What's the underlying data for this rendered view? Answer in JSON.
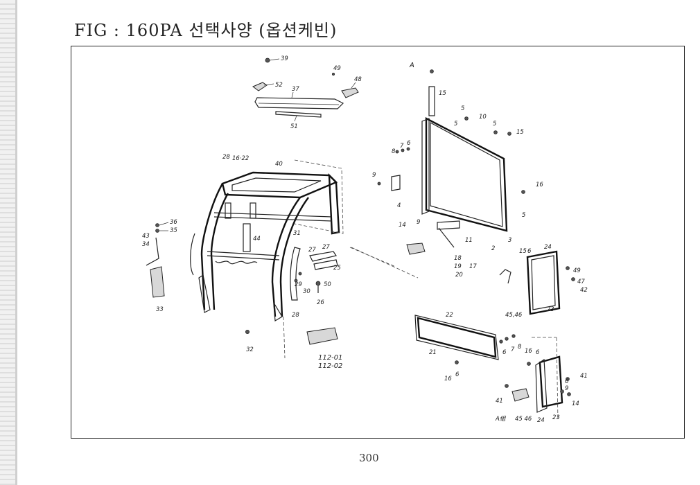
{
  "title": "FIG : 160PA 선택사양 (옵션케빈)",
  "page_number": "300",
  "callouts": {
    "c39": "39",
    "c52": "52",
    "c37": "37",
    "c51": "51",
    "c49": "49",
    "c48": "48",
    "cA": "A",
    "c15a": "15",
    "c5a": "5",
    "c10": "10",
    "c5b": "5",
    "c5c": "5",
    "c15b": "15",
    "c8a": "8",
    "c7a": "7",
    "c6a": "6",
    "c9a": "9",
    "c4": "4",
    "c16a": "16",
    "c5d": "5",
    "c14": "14",
    "c9b": "9",
    "c11": "11",
    "c3": "3",
    "c2": "2",
    "c18": "18",
    "c19": "19",
    "c17": "17",
    "c20": "20",
    "c28a": "28",
    "c16_22": "16·22",
    "c40": "40",
    "c36": "36",
    "c35": "35",
    "c43": "43",
    "c34": "34",
    "c33": "33",
    "c44": "44",
    "c31": "31",
    "c27a": "27",
    "c27b": "27",
    "c25": "25",
    "c29": "29",
    "c30": "30",
    "c50": "50",
    "c26": "26",
    "c28b": "28",
    "c32": "32",
    "c112_01": "112-01",
    "c112_02": "112-02",
    "c22": "22",
    "c21": "21",
    "c6b": "6",
    "c7b": "7",
    "c8b": "8",
    "c16b": "16",
    "c6c": "6",
    "c24a": "24",
    "c15c": "15",
    "c6d": "6",
    "c49b": "49",
    "c47": "47",
    "c42": "42",
    "c45_46a": "45,46",
    "c23a": "23",
    "c16c": "16",
    "c6e": "6",
    "c41": "41",
    "c41b": "41",
    "c6f": "6",
    "c9c": "9",
    "c14b": "14",
    "cAa": "A組",
    "c45_46b": "45 46",
    "c24b": "24",
    "c23b": "23"
  }
}
